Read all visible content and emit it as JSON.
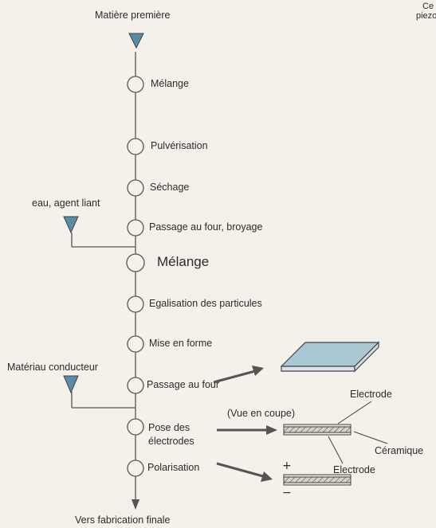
{
  "colors": {
    "line": "#555555",
    "triangle": "#5a8ca8",
    "plate_top": "#aac8d4",
    "plate_side": "#d9e4e8",
    "paper": "#f4f1ea"
  },
  "corner_text": {
    "line1": "Ce",
    "line2": "piezo"
  },
  "top_input": "Matière première",
  "steps": [
    "Mélange",
    "Pulvérisation",
    "Séchage",
    "Passage au four, broyage",
    "Mélange",
    "Egalisation des particules",
    "Mise en forme",
    "Passage au four",
    "Pose des\nélectrodes",
    "Polarisation"
  ],
  "side_inputs": {
    "binder": "eau, agent liant",
    "conductor": "Matériau conducteur"
  },
  "output": "Vers fabrication finale",
  "section_view": {
    "caption": "(Vue en coupe)",
    "electrode_top": "Electrode",
    "ceramic": "Céramique",
    "electrode_bottom": "Electrode"
  },
  "polarity": {
    "plus": "+",
    "minus": "−"
  }
}
